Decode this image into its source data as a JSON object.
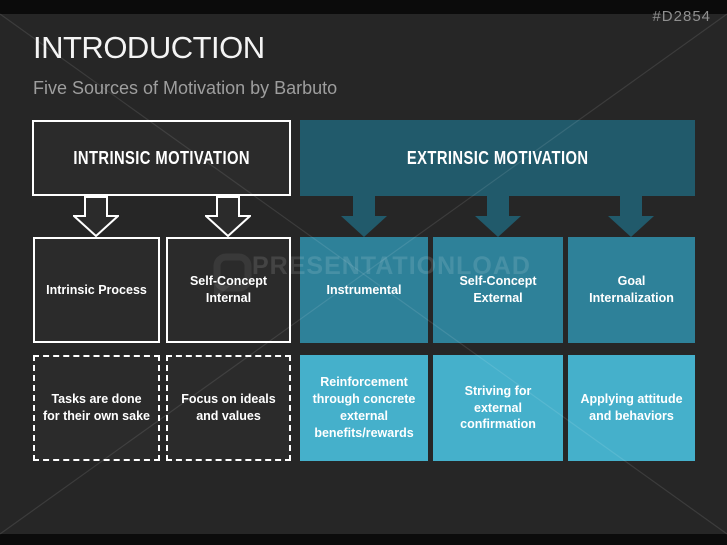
{
  "page": {
    "ref_code": "#D2854",
    "title": "INTRODUCTION",
    "subtitle": "Five Sources of Motivation by Barbuto",
    "watermark": {
      "text": "PRESENTATIONLOAD"
    },
    "colors": {
      "bg": "#262626",
      "panel": "#2b2b2b",
      "teal_dark": "#215a6b",
      "teal_mid": "#2e8199",
      "teal_light": "#45b0cb",
      "muted": "#9e9e9e",
      "ref": "#8f8f8f"
    },
    "diagram": {
      "intrinsic": {
        "header": "INTRINSIC MOTIVATION",
        "columns": [
          {
            "source": "Intrinsic Process",
            "description": "Tasks are done for their own sake"
          },
          {
            "source": "Self-Concept Internal",
            "description": "Focus on ideals and values"
          }
        ]
      },
      "extrinsic": {
        "header": "EXTRINSIC MOTIVATION",
        "columns": [
          {
            "source": "Instrumental",
            "description": "Reinforcement through concrete external benefits/rewards"
          },
          {
            "source": "Self-Concept External",
            "description": "Striving for external confirmation"
          },
          {
            "source": "Goal Internalization",
            "description": "Applying attitude and behaviors"
          }
        ]
      }
    }
  }
}
